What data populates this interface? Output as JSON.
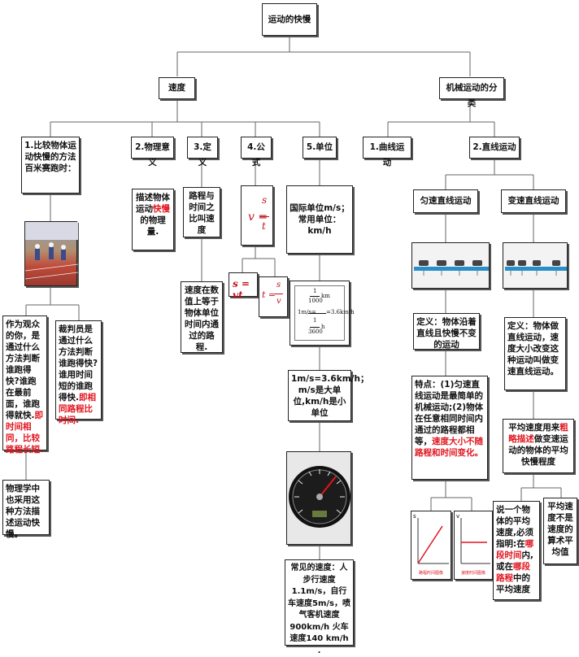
{
  "root": "运动的快慢",
  "speed": "速度",
  "mech": "机械运动的分类",
  "compare_title": "1.比较物体运动快慢的方法 百米赛跑时：",
  "phys_title": "2.物理意义",
  "phys_text_a": "描述物体运动",
  "phys_text_red": "快慢",
  "phys_text_b": "的物理量.",
  "def_title": "3.定义",
  "def_text": "路程与时间之比叫速度",
  "def_text2": "速度在数值上等于物体单位时间内通过的路程.",
  "formula_title": "4.公式",
  "unit_title": "5.单位",
  "unit_text": "国际单位m/s；常用单位：km/h",
  "unit_conv": "1m/s=3.6km/h；m/s是大单位,km/h是小单位",
  "common_speed": "常见的速度：人步行速度1.1m/s，自行车速度5m/s，喷气客机速度900km/h 火车速度140 km/h .",
  "curve": "1.曲线运动",
  "straight": "2.直线运动",
  "uniform": "匀速直线运动",
  "variable": "变速直线运动",
  "uniform_def": "定义：物体沿着直线且快慢不变的运动",
  "uniform_feat_a": "特点：(1)匀速直线运动是最简单的机械运动;(2)物体在任意相同时间内通过的路程都相等，",
  "uniform_feat_red": "速度大小不随路程和时间变化。",
  "var_def": "定义：物体做直线运动，速度大小改变这种运动叫做变速直线运动。",
  "avg_a": "平均速度用来",
  "avg_red": "粗略描述",
  "avg_b": "做变速运动的物体的平均快慢程度",
  "avg_note_a": "说一个物体的平均速度,必须指明:在",
  "avg_note_red1": "哪段时间",
  "avg_note_b": "内,或在",
  "avg_note_red2": "哪段路程",
  "avg_note_c": "中的平均速度",
  "avg_not": "平均速度不是速度的算术平均值",
  "observer_a": "作为观众的你，是通过什么方法判断谁跑得快?谁跑在最前面，谁跑得就快.",
  "observer_red": "即时间相同，比较路程长短.",
  "judge_a": "裁判员是通过什么方法判断谁跑得快?谁用时间短的谁跑得快.",
  "judge_red": "即相同路程比时间.",
  "physics_method": "物理学中也采用这种方法描述运动快慢。",
  "f_v": "v",
  "f_s": "s",
  "f_t": "t",
  "f_svt": "s = vt",
  "f_tsv_t": "t =",
  "conv_one": "1",
  "conv_km": "km",
  "conv_1000": "1000",
  "conv_lhs": "1m/s=",
  "conv_rhs": "=3.6km/h",
  "conv_h": "h",
  "conv_3600": "3600",
  "graph1": "路程时间图像",
  "graph2": "速度时间图像",
  "graph_s": "s",
  "graph_v": "v",
  "colors": {
    "red": "#e0141e",
    "line": "#555555",
    "blue": "#2a8fc9"
  }
}
